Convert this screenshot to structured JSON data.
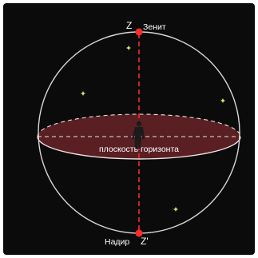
{
  "labels": {
    "zenith_letter": "Z",
    "zenith_name": "Зенит",
    "nadir_name": "Надир",
    "nadir_letter": "Z'",
    "plane": "плоскость горизонта"
  },
  "colors": {
    "background": "#0b0b0b",
    "sphere": "#d8d8d8",
    "plane_fill": "#5a1f22",
    "plane_edge": "#efe3e3",
    "axis": "#e0262e",
    "point": "#ff2b2b",
    "star": "#d9e36a",
    "figure": "#1b1b1b"
  },
  "icons": {
    "observer": "person-silhouette-icon",
    "star": "star-icon"
  }
}
